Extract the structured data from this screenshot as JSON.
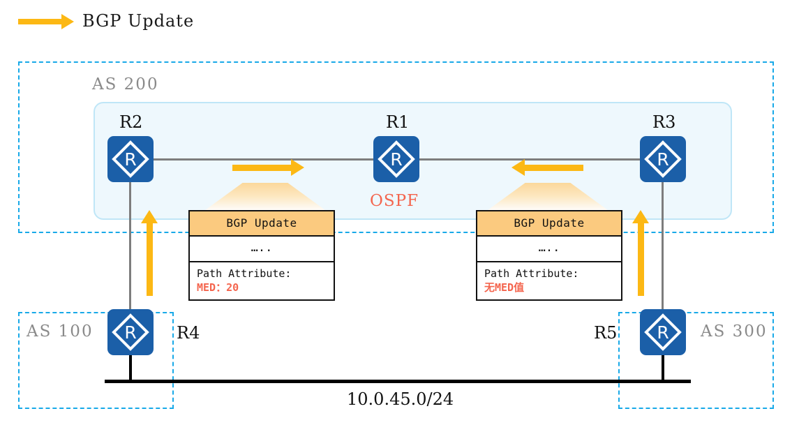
{
  "legend": {
    "arrow_icon": "arrow-right-icon",
    "label": "BGP Update",
    "arrow_color": "#fcb814"
  },
  "colors": {
    "as_border": "#18a9e8",
    "router_fill": "#1b5fa8",
    "arrow": "#fcb814",
    "callout_header": "#fbca7f",
    "accent_red": "#f4654e",
    "link_gray": "#7d7d7d",
    "ospf_panel": "#eef8fd"
  },
  "as_domains": [
    {
      "id": "as200",
      "label": "AS 200"
    },
    {
      "id": "as100",
      "label": "AS 100"
    },
    {
      "id": "as300",
      "label": "AS 300"
    }
  ],
  "routers": [
    {
      "id": "r1",
      "label": "R1",
      "icon": "router-icon"
    },
    {
      "id": "r2",
      "label": "R2",
      "icon": "router-icon"
    },
    {
      "id": "r3",
      "label": "R3",
      "icon": "router-icon"
    },
    {
      "id": "r4",
      "label": "R4",
      "icon": "router-icon"
    },
    {
      "id": "r5",
      "label": "R5",
      "icon": "router-icon"
    }
  ],
  "protocol_label": "OSPF",
  "network": {
    "bus_label": "10.0.45.0/24"
  },
  "callouts": [
    {
      "id": "left",
      "header": "BGP Update",
      "dots": "…..",
      "attribute_label": "Path Attribute:",
      "attribute_value": "MED：20"
    },
    {
      "id": "right",
      "header": "BGP Update",
      "dots": "…..",
      "attribute_label": "Path Attribute:",
      "attribute_value": "无MED值"
    }
  ],
  "flow_arrows": [
    {
      "id": "r4-to-r2",
      "direction": "up"
    },
    {
      "id": "r2-to-r1",
      "direction": "right"
    },
    {
      "id": "r3-to-r1",
      "direction": "left"
    },
    {
      "id": "r5-to-r3",
      "direction": "up"
    }
  ]
}
